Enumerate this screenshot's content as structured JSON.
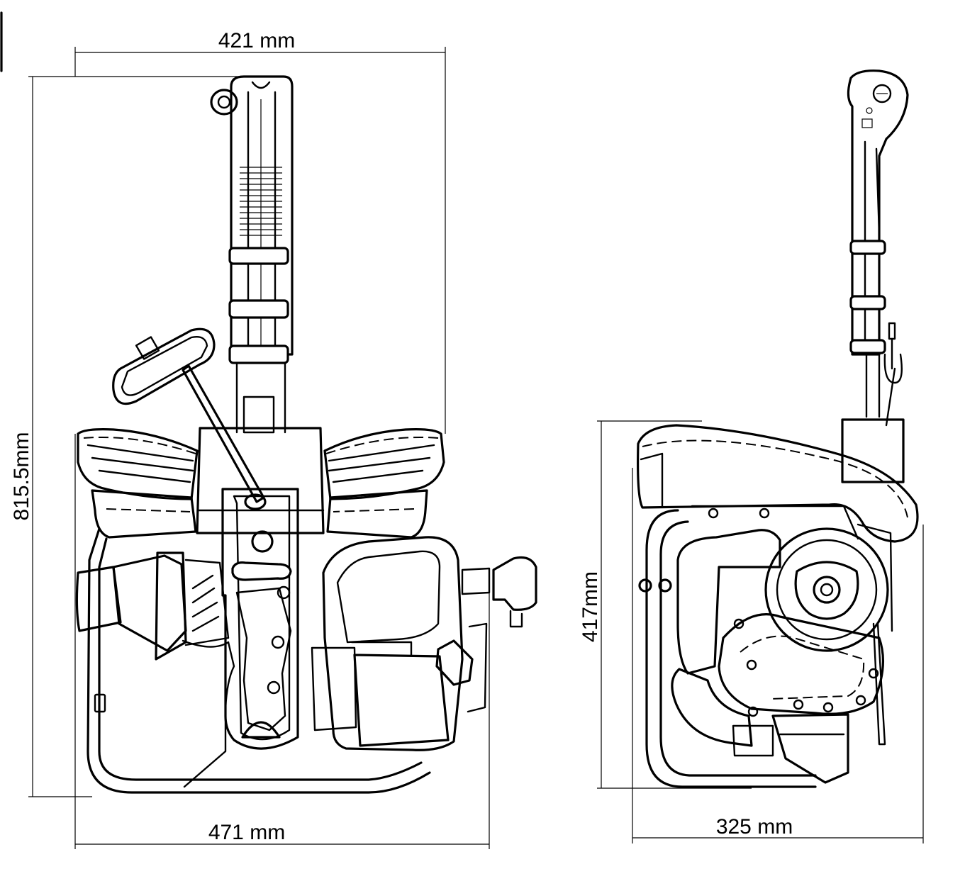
{
  "dimensions": {
    "front_top_width": "421 mm",
    "front_height": "815.5mm",
    "front_bottom_width": "471 mm",
    "side_height": "417mm",
    "side_width": "325 mm"
  }
}
